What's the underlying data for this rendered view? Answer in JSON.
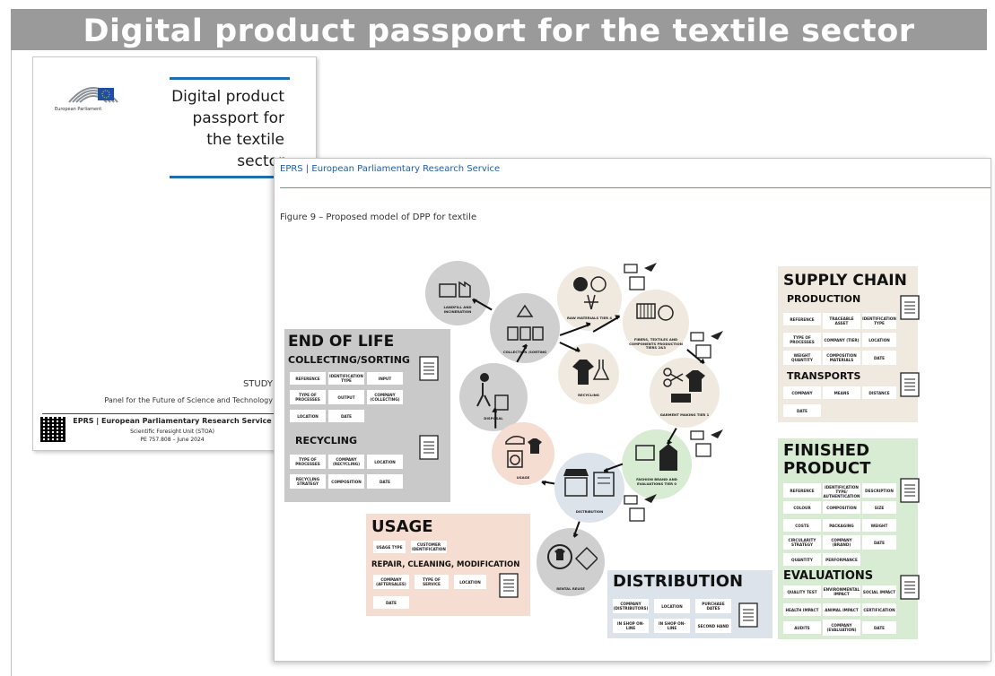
{
  "slide": {
    "title": "Digital product passport for the textile sector"
  },
  "cover": {
    "logo_label": "European Parliament",
    "title_lines": [
      "Digital product",
      "passport for",
      "the textile",
      "sector"
    ],
    "study": "STUDY",
    "panel": "Panel for the Future of Science and Technology",
    "service": "EPRS | European Parliamentary Research Service",
    "unit": "Scientific Foresight Unit (STOA)",
    "ref": "PE 757.808 – June 2024"
  },
  "page": {
    "header": "EPRS | European Parliamentary Research Service",
    "caption": "Figure 9 – Proposed model of DPP for textile"
  },
  "cycle": [
    "LANDFILL AND INCINERATION",
    "COLLECTION /SORTING",
    "RAW MATERIALS TIER 4",
    "FIBERS, TEXTILES AND COMPONENTS PRODUCTION TIERS 2&3",
    "RECYCLING",
    "DISPOSAL",
    "GARMENT MAKING TIER 1",
    "FASHION BRAND AND EVALUATIONS TIER 0",
    "USAGE",
    "DISTRIBUTION",
    "RENTAL REUSE"
  ],
  "end_of_life": {
    "title": "END OF LIFE",
    "section1": "COLLECTING/SORTING",
    "cells1": [
      "REFERENCE",
      "IDENTIFICATION TYPE",
      "INPUT",
      "TYPE OF PROCESSES",
      "OUTPUT",
      "COMPANY (COLLECTING)",
      "LOCATION",
      "DATE"
    ],
    "section2": "RECYCLING",
    "cells2": [
      "TYPE OF PROCESSES",
      "COMPANY (RECYCLING)",
      "LOCATION",
      "RECYCLING STRATEGY",
      "COMPOSITION",
      "DATE"
    ]
  },
  "supply_chain": {
    "title": "SUPPLY CHAIN",
    "section1": "PRODUCTION",
    "cells1": [
      "REFERENCE",
      "TRACEABLE ASSET",
      "IDENTIFICATION TYPE",
      "TYPE OF PROCESSES",
      "COMPANY (TIER)",
      "LOCATION",
      "WEIGHT QUANTITY",
      "COMPOSITION MATERIALS",
      "DATE"
    ],
    "section2": "TRANSPORTS",
    "cells2": [
      "COMPANY",
      "MEANS",
      "DISTANCE",
      "DATE"
    ]
  },
  "finished_product": {
    "title1": "FINISHED",
    "title2": "PRODUCT",
    "cells1": [
      "REFERENCE",
      "IDENTIFICATION TYPE/ AUTHENTICATION",
      "DESCRIPTION",
      "COLOUR",
      "COMPOSITION",
      "SIZE",
      "COSTS",
      "PACKAGING",
      "WEIGHT",
      "CIRCULARITY STRATEGY",
      "COMPANY (BRAND)",
      "DATE",
      "QUANTITY",
      "PERFORMANCE"
    ],
    "section2": "EVALUATIONS",
    "cells2": [
      "QUALITY TEST",
      "ENVIRONMENTAL IMPACT",
      "SOCIAL IMPACT",
      "HEALTH IMPACT",
      "ANIMAL IMPACT",
      "CERTIFICATION",
      "AUDITS",
      "COMPANY (EVALUATION)",
      "DATE"
    ]
  },
  "usage": {
    "title": "USAGE",
    "cells1": [
      "USAGE TYPE",
      "CUSTOMER IDENTIFICATION"
    ],
    "section2": "REPAIR, CLEANING, MODIFICATION",
    "cells2": [
      "COMPANY (AFTERSALES)",
      "TYPE OF SERVICE",
      "LOCATION",
      "DATE"
    ]
  },
  "distribution": {
    "title": "DISTRIBUTION",
    "cells": [
      "COMPANY (DISTRIBUTORS)",
      "LOCATION",
      "PURCHASE DATES",
      "IN SHOP ON-LINE",
      "IN SHOP ON-LINE",
      "SECOND HAND"
    ]
  },
  "colors": {
    "title_bar": "#9a9a9a",
    "eol": "#c9c9c9",
    "supply": "#efe9df",
    "finished": "#d7ecd3",
    "usage": "#f5ddd2",
    "distribution": "#dce3ea",
    "epr_blue": "#1d5ea8"
  }
}
